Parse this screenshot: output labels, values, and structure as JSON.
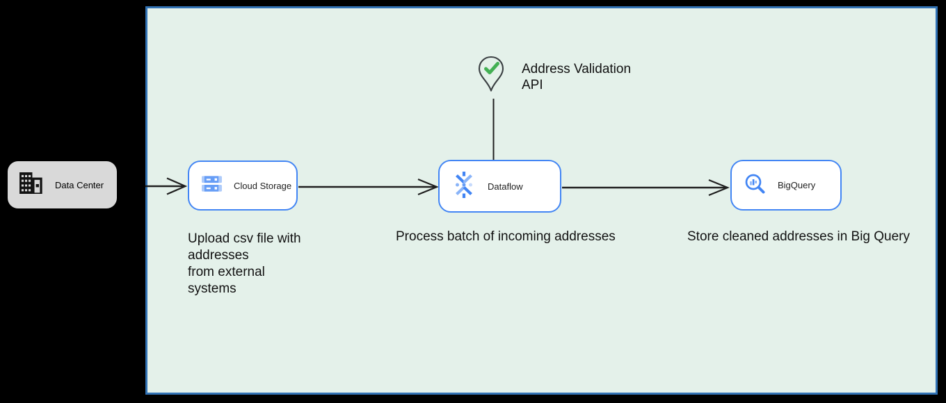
{
  "diagram": {
    "panel": {
      "fill": "#e4f1ea",
      "border_color": "#3273b5"
    },
    "source": {
      "label": "Data Center",
      "icon": "data-center-building-icon",
      "fill": "#d9d9d9"
    },
    "nodes": [
      {
        "label": "Cloud Storage",
        "icon": "cloud-storage-icon",
        "caption": "Upload csv file with\naddresses\nfrom external\nsystems"
      },
      {
        "label": "Dataflow",
        "icon": "dataflow-icon",
        "caption": "Process batch of incoming addresses"
      },
      {
        "label": "BigQuery",
        "icon": "bigquery-icon",
        "caption": "Store cleaned addresses in Big Query"
      }
    ],
    "annotation": {
      "label": "Address Validation\nAPI",
      "icon": "map-pin-check-icon",
      "check_color": "#43b054",
      "pin_stroke": "#3a3f42"
    },
    "colors": {
      "node_border": "#4285f4",
      "icon_blue": "#4285f4",
      "icon_blue_mid": "#669df6",
      "icon_blue_light": "#8ab4f8",
      "icon_blue_pale": "#aecbfa",
      "arrow": "#1f1f1f"
    }
  }
}
